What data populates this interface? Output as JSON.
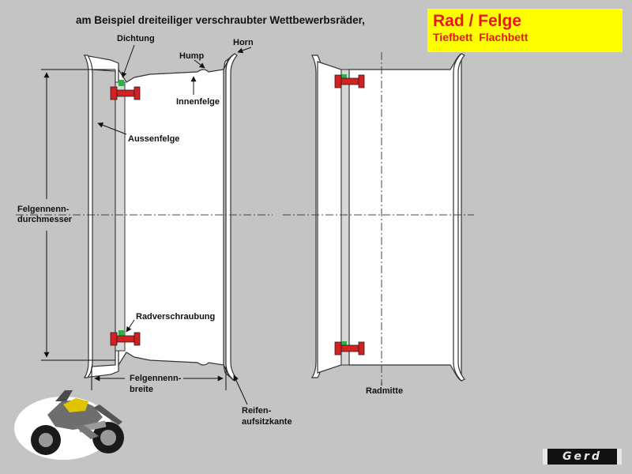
{
  "header": {
    "subtitle": "am Beispiel dreiteiliger verschraubter Wettbewerbsräder,"
  },
  "title_box": {
    "title": "Rad / Felge",
    "subtitle": "Tiefbett  Flachbett"
  },
  "labels": {
    "dichtung": "Dichtung",
    "horn": "Horn",
    "hump": "Hump",
    "innenfelge": "Innenfelge",
    "aussenfelge": "Aussenfelge",
    "felgennenndurchmesser_1": "Felgennenn-",
    "felgennenndurchmesser_2": "durchmesser",
    "radverschraubung": "Radverschraubung",
    "felgennennbreite_1": "Felgennenn-",
    "felgennennbreite_2": "breite",
    "reifenaufsitzkante_1": "Reifen-",
    "reifenaufsitzkante_2": "aufsitzkante",
    "radmitte": "Radmitte"
  },
  "logo": {
    "text": "Gerd"
  },
  "colors": {
    "background": "#c4c4c4",
    "rim": "#ffffff",
    "bolt": "#d42020",
    "seal": "#2fae4a",
    "title_box": "#ffff00",
    "title_text": "#e81818"
  }
}
